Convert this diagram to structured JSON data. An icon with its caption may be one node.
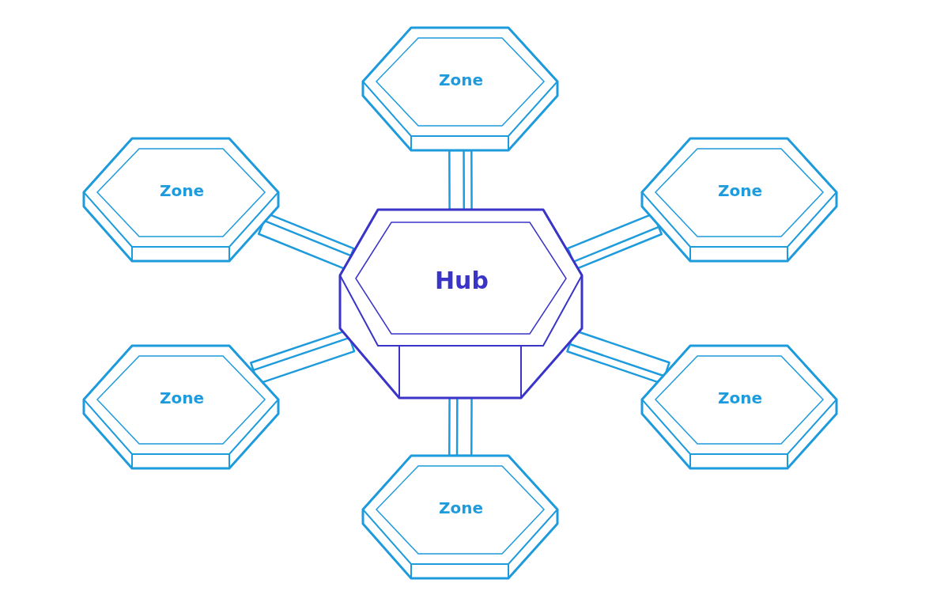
{
  "diagram": {
    "nodes": [
      {
        "text": [
          "Zone"
        ]
      },
      {
        "text": [
          "Zone"
        ]
      },
      {
        "text": [
          "Zone"
        ]
      },
      {
        "text": [
          "Hub"
        ]
      },
      {
        "text": [
          "Zone"
        ]
      },
      {
        "text": [
          "Zone"
        ]
      },
      {
        "text": [
          "Zone"
        ]
      }
    ],
    "edges": [
      {
        "from": 3,
        "to": 0,
        "arrow": "none"
      },
      {
        "from": 3,
        "to": 1,
        "arrow": "none"
      },
      {
        "from": 3,
        "to": 2,
        "arrow": "none"
      },
      {
        "from": 3,
        "to": 4,
        "arrow": "none"
      },
      {
        "from": 3,
        "to": 5,
        "arrow": "none"
      },
      {
        "from": 3,
        "to": 6,
        "arrow": "none"
      }
    ]
  }
}
